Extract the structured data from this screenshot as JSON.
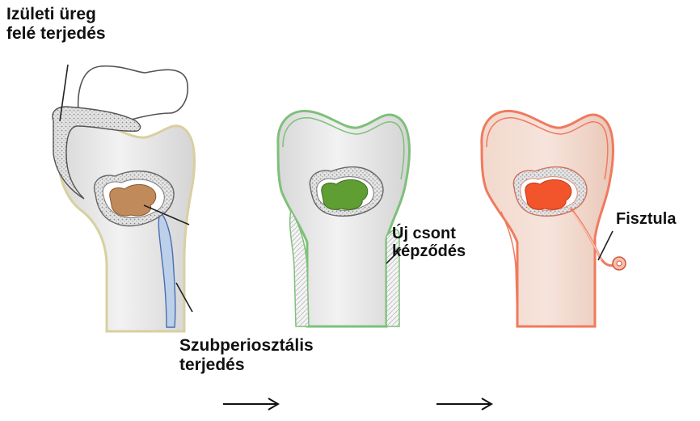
{
  "labels": {
    "joint_spread": "Izületi üreg\nfelé terjedés",
    "subperiosteal_spread": "Szubperiosztális\nterjedés",
    "new_bone": "Új csont\nképződés",
    "fistula": "Fisztula"
  },
  "panels": [
    {
      "stage": "joint and subperiosteal spread",
      "lesion_color": "#c08a5a",
      "outline_color": "#d9cfa0"
    },
    {
      "stage": "new bone formation",
      "lesion_color": "#5e9e32",
      "outline_color": "#7ec07a"
    },
    {
      "stage": "fistula",
      "lesion_color": "#f2552c",
      "outline_color": "#f07a5e"
    }
  ],
  "arrows": [
    "→",
    "→"
  ]
}
